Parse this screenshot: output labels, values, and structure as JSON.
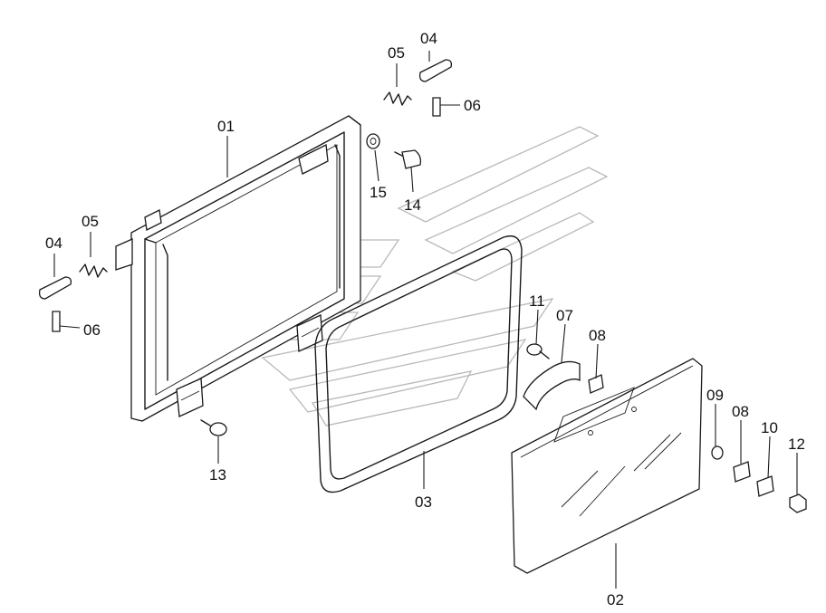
{
  "callouts": {
    "c01": "01",
    "c02": "02",
    "c03": "03",
    "c04a": "04",
    "c04b": "04",
    "c05a": "05",
    "c05b": "05",
    "c06a": "06",
    "c06b": "06",
    "c07": "07",
    "c08a": "08",
    "c08b": "08",
    "c09": "09",
    "c10": "10",
    "c11": "11",
    "c12": "12",
    "c13": "13",
    "c14": "14",
    "c15": "15"
  }
}
